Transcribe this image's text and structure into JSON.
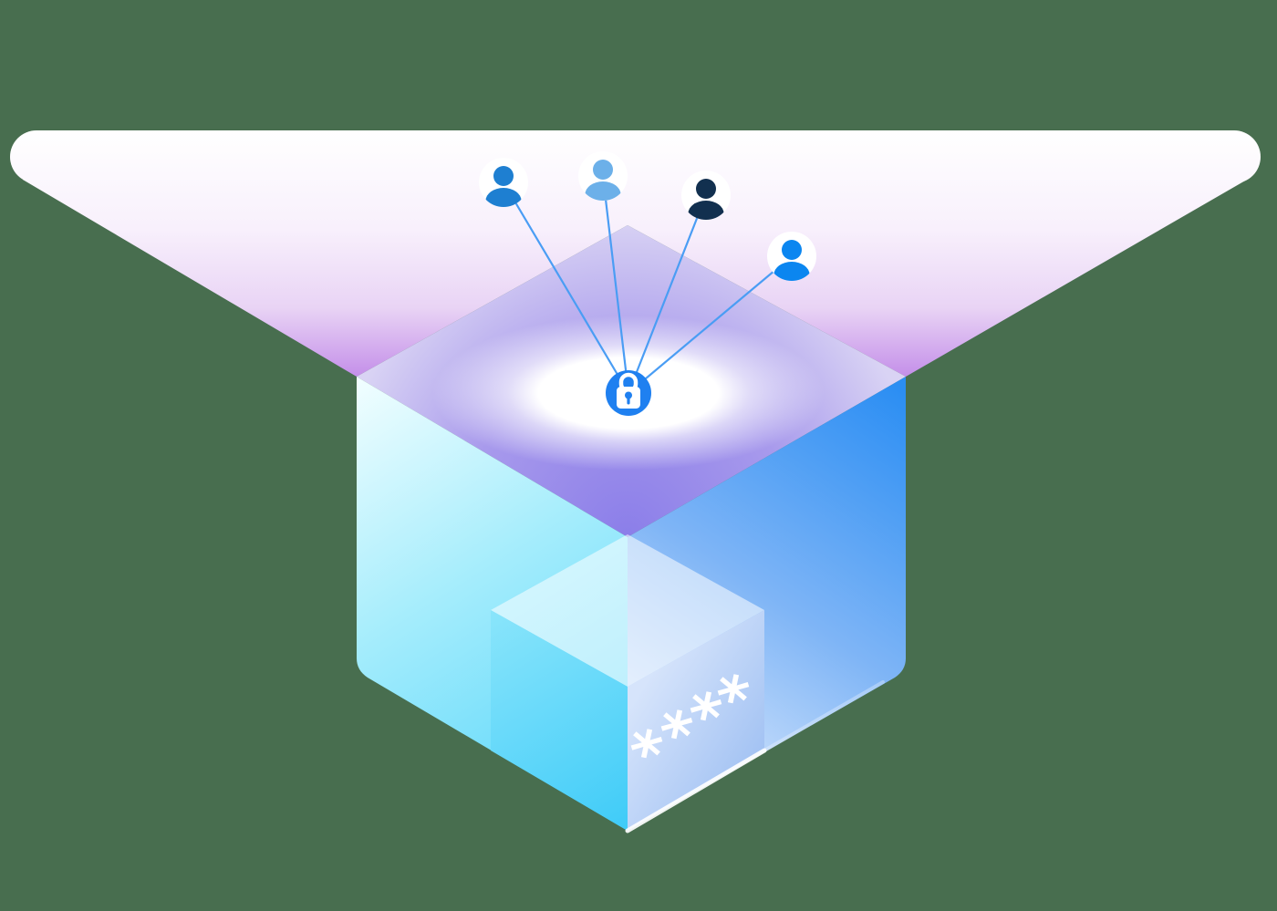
{
  "background_color": "#486e4f",
  "funnel": {
    "top_color": "#ffffff",
    "upper_mid_color": "#f8f0fc",
    "lower_mid_color": "#e9d4f5",
    "bottom_color": "#c48fe9"
  },
  "vault": {
    "top_face": {
      "deep": "#8b7ee9",
      "mid": "#a89aec",
      "pale": "#d9d3f4"
    },
    "left_face": {
      "light": "#f2feff",
      "mid": "#a6edfc",
      "deep": "#55d5fa"
    },
    "right_face": {
      "light": "#edf3fe",
      "mid": "#7fb5f6",
      "deep": "#2b8ef3"
    },
    "spotlight_color": "#ffffff",
    "edge_highlight_color": "#ffffff"
  },
  "inner_cube": {
    "top_face_overlay": "rgba(255,255,255,0.55)",
    "left_face": {
      "light": "#8ae5fb",
      "deep": "#3ecbf8"
    },
    "right_face": {
      "light": "#d6e4fb",
      "deep": "#9cbef2"
    },
    "masked_password": "****",
    "password_chars": [
      "*",
      "*",
      "*",
      "*"
    ],
    "asterisk_color": "#ffffff"
  },
  "lock": {
    "circle_color": "#1f80f0",
    "padlock_color": "#ffffff"
  },
  "connections": {
    "line_color": "#4a9df4",
    "count": "4"
  },
  "users": [
    {
      "id": "user-1",
      "fill": "#1e7fd1",
      "circle_fill": "#ffffff"
    },
    {
      "id": "user-2",
      "fill": "#6cb0e9",
      "circle_fill": "#ffffff"
    },
    {
      "id": "user-3",
      "fill": "#12304f",
      "circle_fill": "#ffffff"
    },
    {
      "id": "user-4",
      "fill": "#0b86f0",
      "circle_fill": "#ffffff"
    }
  ]
}
